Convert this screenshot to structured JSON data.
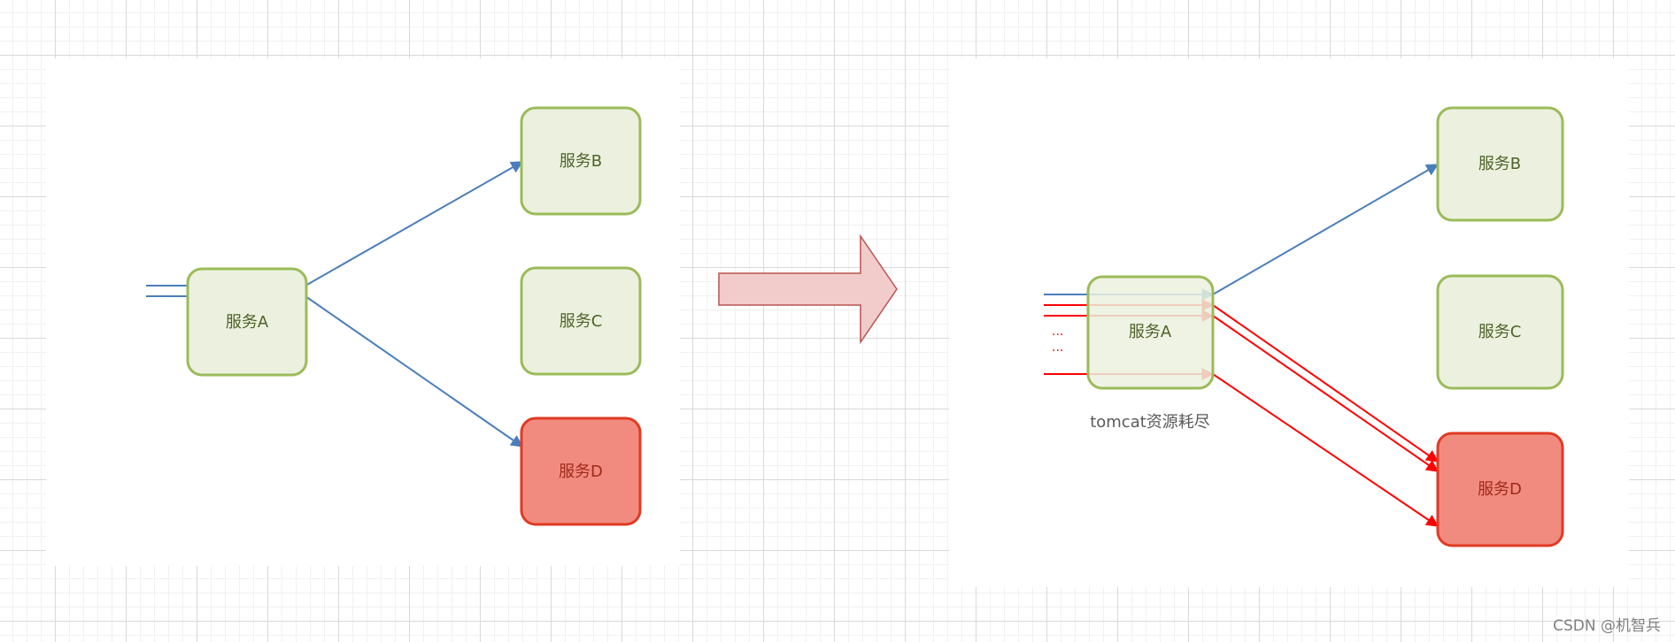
{
  "colors": {
    "node_fill": "#ebf1de",
    "node_stroke": "#9bbb59",
    "failed_fill": "#f28b7f",
    "failed_stroke": "#e03a24",
    "request_blue": "#4a7ebb",
    "request_red": "#ff0000",
    "transition_arrow_fill": "#f2cbcb",
    "transition_arrow_stroke": "#b85450"
  },
  "left_diagram": {
    "service_a": "服务A",
    "service_b": "服务B",
    "service_c": "服务C",
    "service_d": "服务D"
  },
  "right_diagram": {
    "service_a": "服务A",
    "service_b": "服务B",
    "service_c": "服务C",
    "service_d": "服务D",
    "caption": "tomcat资源耗尽",
    "ellipsis_top": "...",
    "ellipsis_bottom": "..."
  },
  "transition_arrow": {
    "icon": "right-arrow-icon"
  },
  "watermark": "CSDN @机智兵"
}
